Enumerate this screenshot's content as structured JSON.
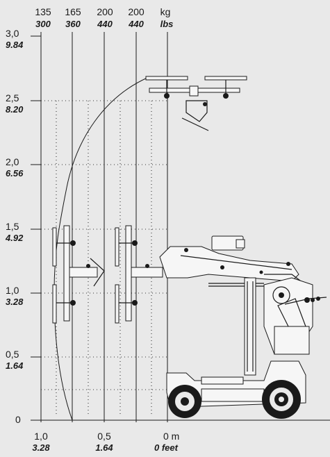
{
  "diagram": {
    "capacity_header": {
      "kg": [
        "135",
        "165",
        "200",
        "200"
      ],
      "lbs": [
        "300",
        "360",
        "440",
        "440"
      ],
      "unit_kg": "kg",
      "unit_lbs": "lbs"
    },
    "height_axis": [
      {
        "m": "3,0",
        "ft": "9.84"
      },
      {
        "m": "2,5",
        "ft": "8.20"
      },
      {
        "m": "2,0",
        "ft": "6.56"
      },
      {
        "m": "1,5",
        "ft": "4.92"
      },
      {
        "m": "1,0",
        "ft": "3.28"
      },
      {
        "m": "0,5",
        "ft": "1.64"
      },
      {
        "m": "0",
        "ft": ""
      }
    ],
    "reach_axis": [
      {
        "m": "1,0",
        "ft": "3.28"
      },
      {
        "m": "0,5",
        "ft": "1.64"
      },
      {
        "m": "0 m",
        "ft": "0 feet"
      }
    ],
    "colors": {
      "background": "#e9e9e9",
      "line": "#1a1a1a",
      "machine_fill": "#f6f6f6"
    }
  }
}
